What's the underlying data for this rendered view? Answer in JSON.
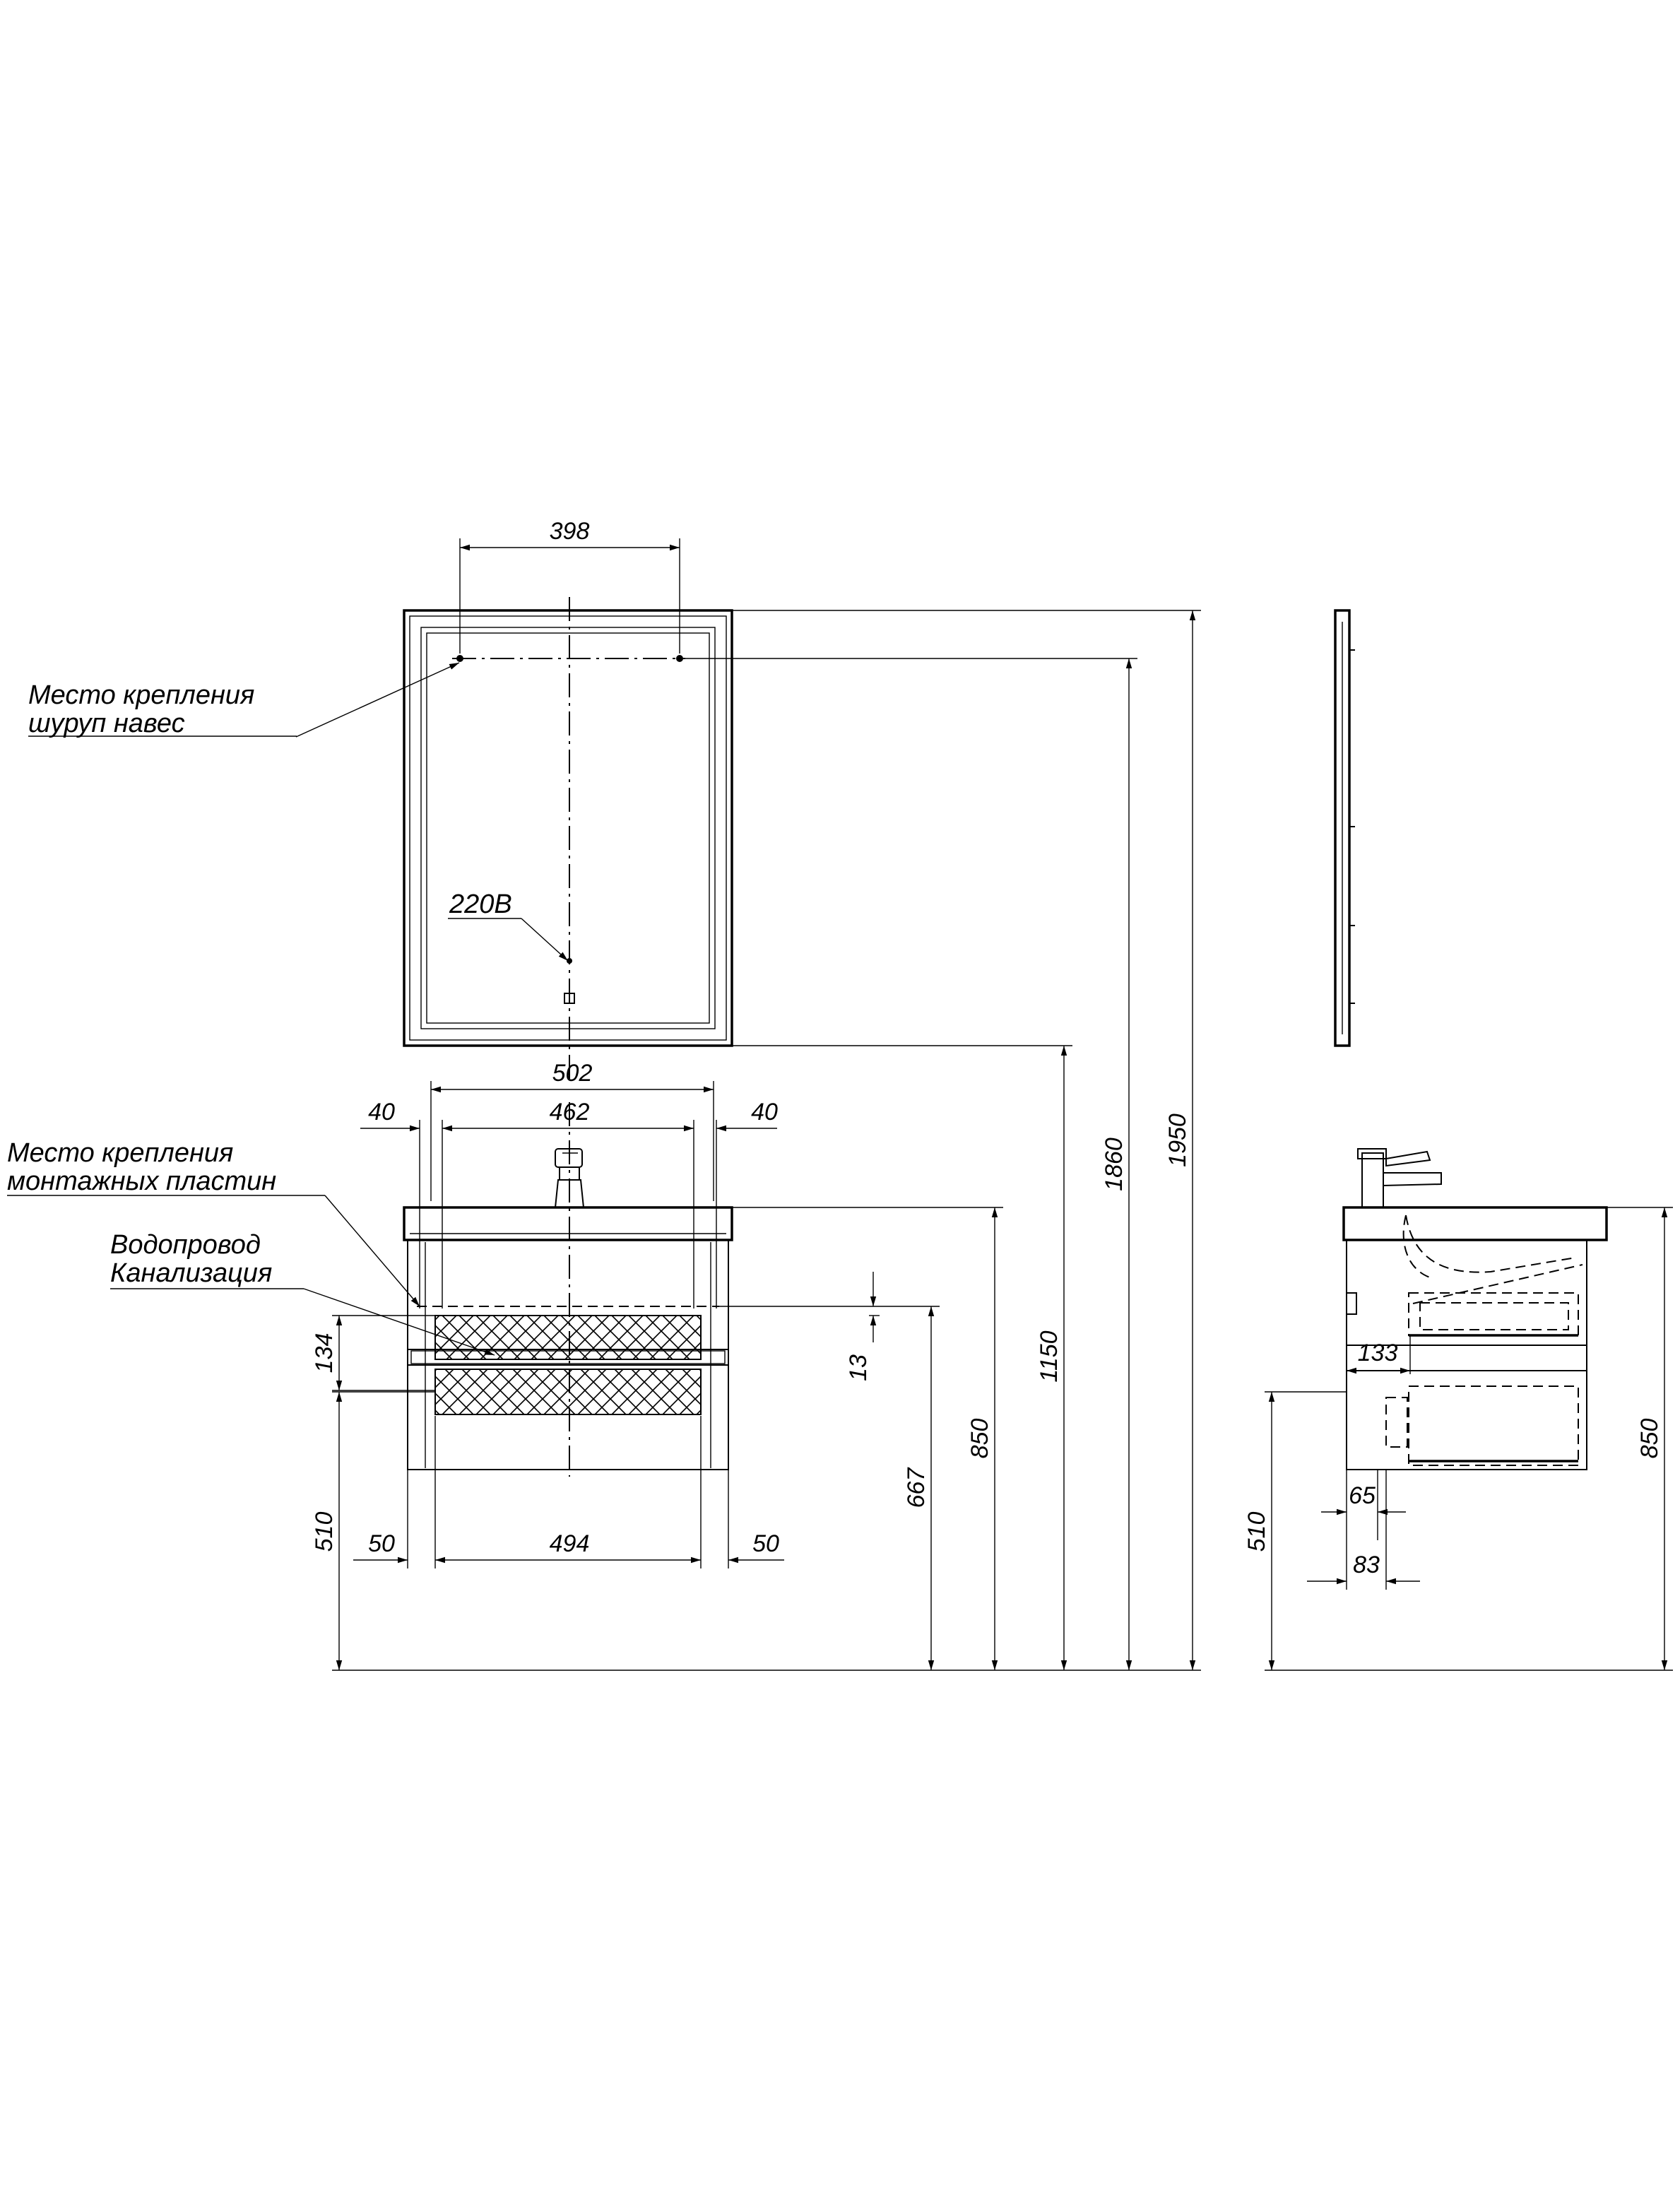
{
  "labels": {
    "mirror_mount": [
      "Место крепления",
      "шуруп навес"
    ],
    "power": "220В",
    "plate_mount": [
      "Место крепления",
      "монтажных пластин"
    ],
    "pipes": [
      "Водопровод",
      "Канализация"
    ]
  },
  "dimensions": {
    "mirror_hole_spacing": "398",
    "cabinet_width": "502",
    "plate_spacing": "462",
    "plate_offset_left": "40",
    "plate_offset_right": "40",
    "pipe_zone_height": "134",
    "pipe_zone_offset": "13",
    "bottom_spacing": "494",
    "bottom_offset_left": "50",
    "bottom_offset_right": "50",
    "floor_to_cabinet_bottom": "510",
    "floor_to_plate": "667",
    "floor_to_counter": "850",
    "floor_to_mirror_bottom": "1150",
    "floor_to_mirror_holes": "1860",
    "floor_to_mirror_top": "1950",
    "side_pipe_depth": "133",
    "side_floor_to_counter": "850",
    "side_floor_to_bottom": "510",
    "side_offset_a": "65",
    "side_offset_b": "83"
  }
}
